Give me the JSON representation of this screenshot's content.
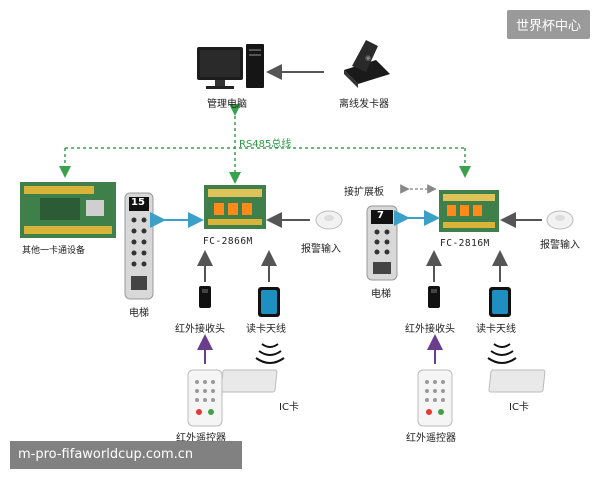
{
  "watermark": {
    "brand": "世界杯中心",
    "domain": "m-pro-fifaworldcup.com.cn"
  },
  "labels": {
    "manager_pc": "管理电脑",
    "offline_issuer": "离线发卡器",
    "bus": "RS485总线",
    "other_device": "其他一卡通设备",
    "controller_1": "FC-2866M",
    "controller_2": "FC-2816M",
    "expansion_board": "接扩展板",
    "alarm_input_1": "报警输入",
    "alarm_input_2": "报警输入",
    "elevator_1": "电梯",
    "elevator_2": "电梯",
    "elevator_1_floor": "15",
    "elevator_2_floor": "7",
    "ir_receiver_1": "红外接收头",
    "ir_receiver_2": "红外接收头",
    "card_antenna_1": "读卡天线",
    "card_antenna_2": "读卡天线",
    "ir_remote_1": "红外遥控器",
    "ir_remote_2": "红外遥控器",
    "ic_card_1": "IC卡",
    "ic_card_2": "IC卡"
  },
  "colors": {
    "bus_green": "#3aa24c",
    "link_blue": "#3aa0c8",
    "link_gray": "#555555",
    "remote_purple": "#6a3d8f",
    "board_green": "#3f7f4a"
  }
}
